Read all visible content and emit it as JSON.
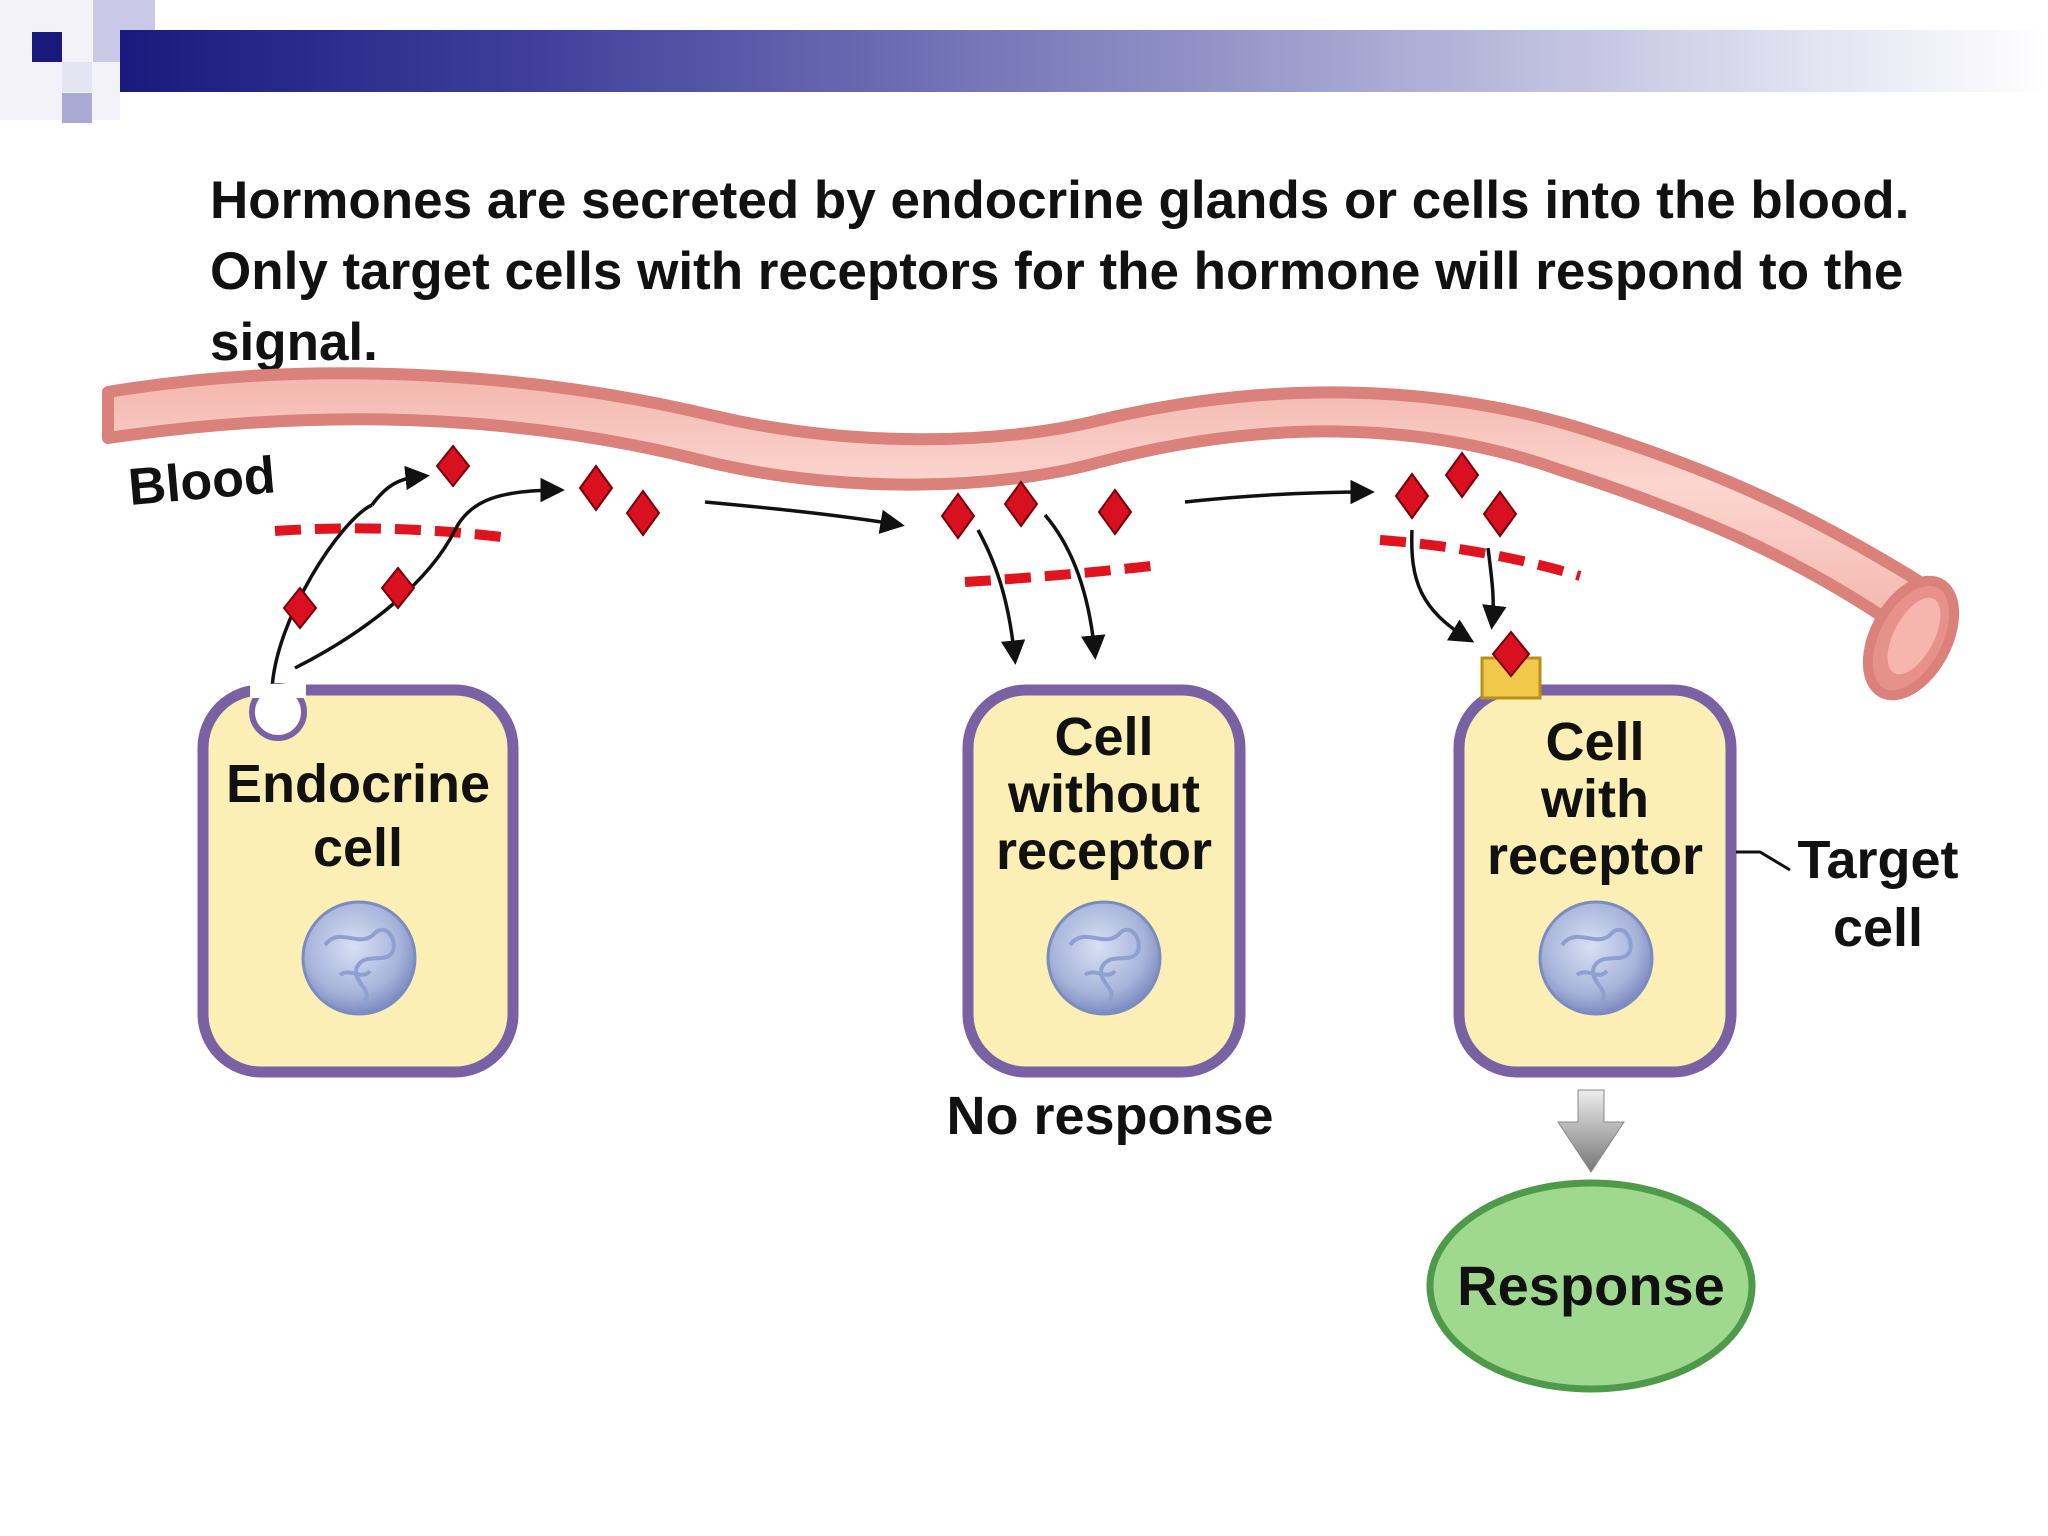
{
  "caption": {
    "bold": "Hormones",
    "rest": " are secreted by endocrine glands or cells into the blood. Only target cells with receptors for the hormone will respond to the signal."
  },
  "labels": {
    "blood": "Blood",
    "endocrine_line1": "Endocrine",
    "endocrine_line2": "cell",
    "without_line1": "Cell",
    "without_line2": "without",
    "without_line3": "receptor",
    "with_line1": "Cell",
    "with_line2": "with",
    "with_line3": "receptor",
    "target_line1": "Target",
    "target_line2": "cell",
    "no_response": "No response",
    "response": "Response"
  },
  "colors": {
    "banner_dark": "#1a1a7e",
    "vessel_fill": "#f7c4bd",
    "vessel_edge": "#d9817a",
    "vessel_pores": "#e0141e",
    "hormone": "#d91020",
    "cell_fill": "#fbefb5",
    "cell_border": "#7a61a4",
    "nucleus": "#a9b6dc",
    "receptor": "#f2c84a",
    "response_fill": "#9fd88f",
    "response_border": "#4e9a4a"
  }
}
